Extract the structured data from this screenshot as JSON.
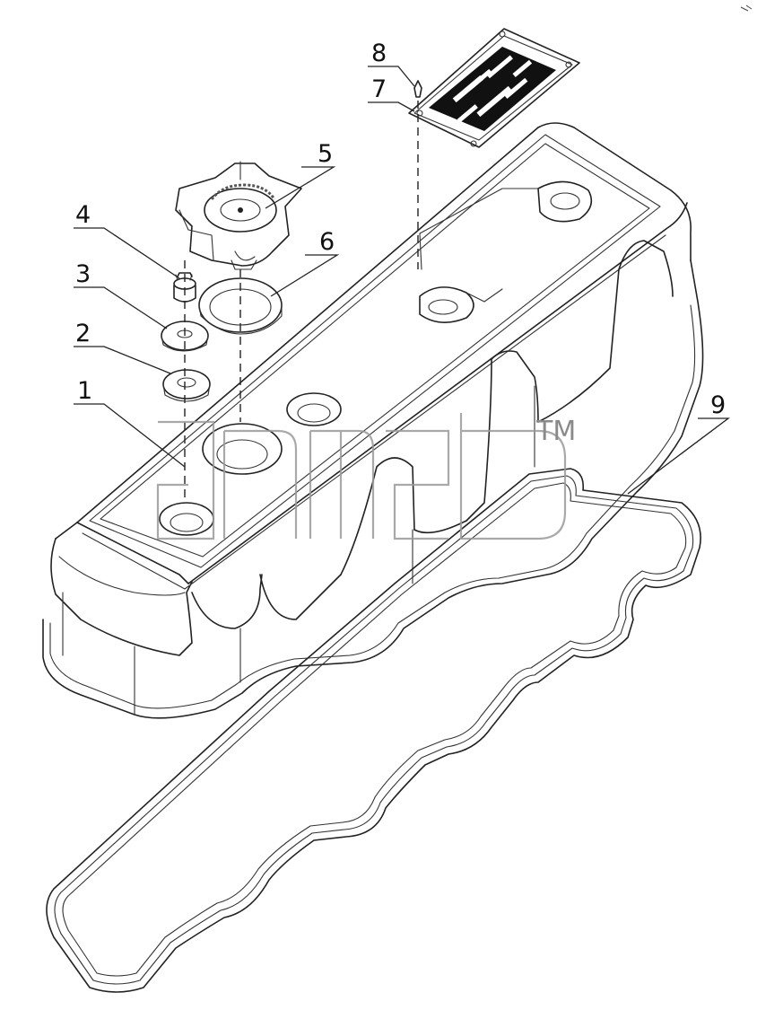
{
  "callouts": {
    "c1": "1",
    "c2": "2",
    "c3": "3",
    "c4": "4",
    "c5": "5",
    "c6": "6",
    "c7": "7",
    "c8": "8",
    "c9": "9"
  },
  "watermark": {
    "trademark": "TM"
  },
  "colors": {
    "line": "#222222",
    "watermark": "#9a9a9a",
    "label_plate": "#111111"
  }
}
